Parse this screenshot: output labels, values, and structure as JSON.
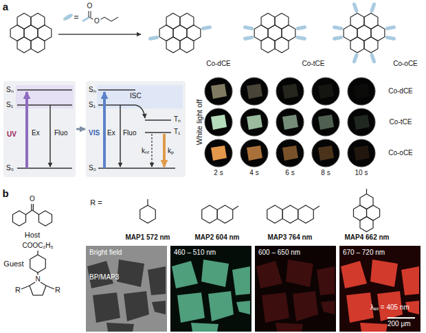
{
  "diagram": {
    "nodes": [
      {
        "text": [
          "Sₙ",
          "S₁",
          "S₀",
          "UV",
          "Ex",
          "Fluo"
        ]
      },
      {
        "text": [
          "Sₙ",
          "S₁",
          "S₀",
          "VIS",
          "Ex",
          "Fluo",
          "ISC",
          "Tₙ",
          "T₁",
          "kₙᵣ",
          "kₚ"
        ]
      },
      {
        "text": [
          "Bright field",
          "BP/MAP3"
        ]
      },
      {
        "text": [
          "460 – 510 nm"
        ]
      },
      {
        "text": [
          "600 – 650 nm"
        ]
      },
      {
        "text": [
          "670 – 720 nm",
          "λₑₓ = 405 nm",
          "200 μm"
        ]
      }
    ],
    "edges": [
      {
        "from": 0,
        "to": 1,
        "arrow": "to"
      }
    ],
    "labels": [
      "a",
      "=",
      "O",
      "O",
      "Co-dCE",
      "Co-tCE",
      "Co-oCE",
      "White light off",
      "Co-dCE",
      "Co-tCE",
      "Co-oCE",
      "2 s",
      "4 s",
      "6 s",
      "8 s",
      "10 s",
      "b",
      "O",
      "Host",
      "COOC₂H₅",
      "N",
      "R",
      "R",
      "Guest",
      "R =",
      "MAP1 572 nm",
      "MAP2 604 nm",
      "MAP3 764 nm",
      "MAP4 662 nm"
    ]
  }
}
